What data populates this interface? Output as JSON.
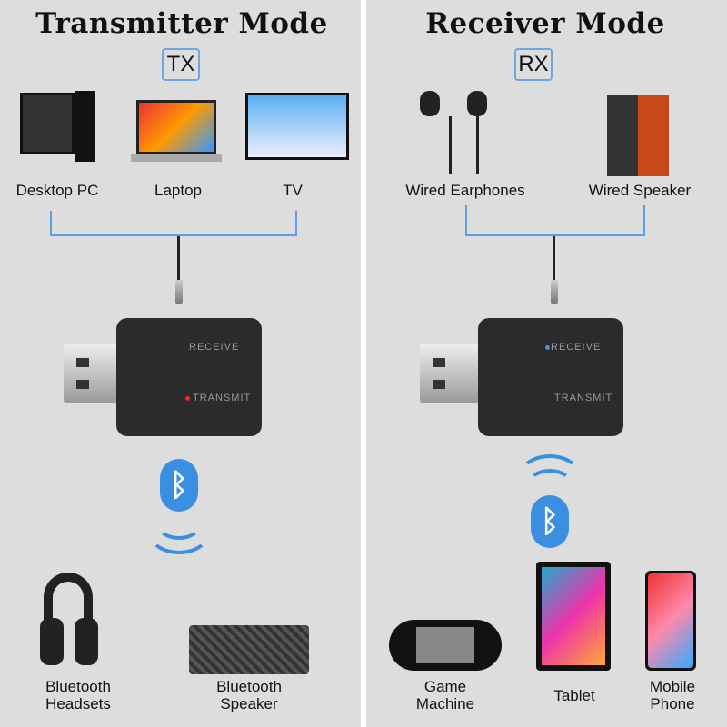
{
  "transmitter": {
    "title": "Transmitter Mode",
    "badge": "TX",
    "sources": [
      "Desktop PC",
      "Laptop",
      "TV"
    ],
    "outputs": [
      [
        "Bluetooth",
        "Headsets"
      ],
      [
        "Bluetooth",
        "Speaker"
      ]
    ]
  },
  "receiver": {
    "title": "Receiver Mode",
    "badge": "RX",
    "outputs": [
      "Wired Earphones",
      "Wired Speaker"
    ],
    "sources": [
      [
        "Game",
        "Machine"
      ],
      [
        "Tablet"
      ],
      [
        "Mobile",
        "Phone"
      ]
    ]
  },
  "device": {
    "receive_label": "RECEIVE",
    "transmit_label": "TRANSMIT"
  },
  "icons": {
    "bluetooth": "ᛒ"
  },
  "colors": {
    "accent": "#3b8fe0",
    "background": "#dddddd"
  }
}
